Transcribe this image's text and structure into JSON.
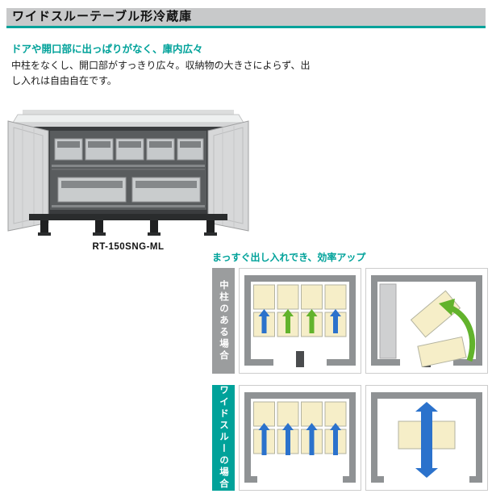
{
  "header": {
    "title": "ワイドスルーテーブル形冷蔵庫"
  },
  "intro": {
    "subtitle": "ドアや開口部に出っぱりがなく、庫内広々",
    "body": "中柱をなくし、開口部がすっきり広々。収納物の大きさによらず、出し入れは自由自在です。"
  },
  "product": {
    "model": "RT-150SNG-ML"
  },
  "feature": {
    "heading": "まっすぐ出し入れでき、効率アップ",
    "rows": [
      {
        "label": "中柱のある場合"
      },
      {
        "label": "ワイドスルーの場合"
      }
    ]
  },
  "colors": {
    "accent_teal": "#00a29a",
    "header_bg": "#c8c9ca",
    "row1_label_bg": "#9b9d9e",
    "row2_label_bg": "#00a29a",
    "arrow_blue": "#2b72cc",
    "arrow_green": "#62b32c",
    "tray_fill": "#f6eec8",
    "frame_gray": "#8f9294"
  }
}
